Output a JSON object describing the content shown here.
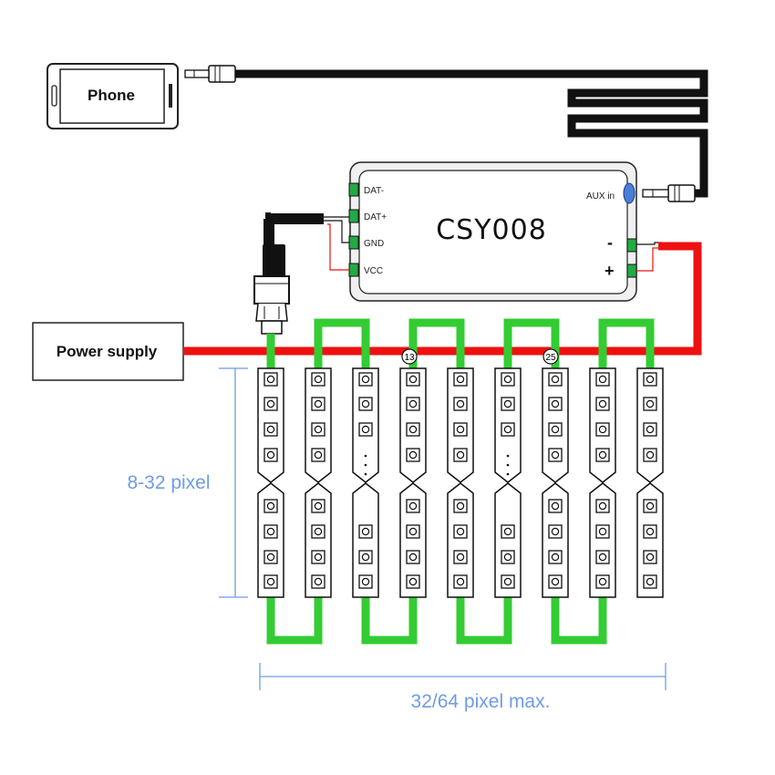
{
  "phone": {
    "label": "Phone"
  },
  "power_supply": {
    "label": "Power supply"
  },
  "controller": {
    "name": "CSY008",
    "pins": [
      "DAT-",
      "DAT+",
      "GND",
      "VCC"
    ],
    "aux_label": "AUX in",
    "minus_label": "-",
    "plus_label": "+"
  },
  "strips": {
    "count": 9,
    "marker_13": "13",
    "marker_25": "25"
  },
  "dimensions": {
    "vertical_label": "8-32 pixel",
    "horizontal_label": "32/64 pixel max."
  },
  "colors": {
    "data_wire": "#33cc33",
    "power_wire": "#ee1111",
    "audio_cable": "#111111",
    "dimension": "#6f9be8",
    "aux_jack": "#4a7fd6"
  }
}
